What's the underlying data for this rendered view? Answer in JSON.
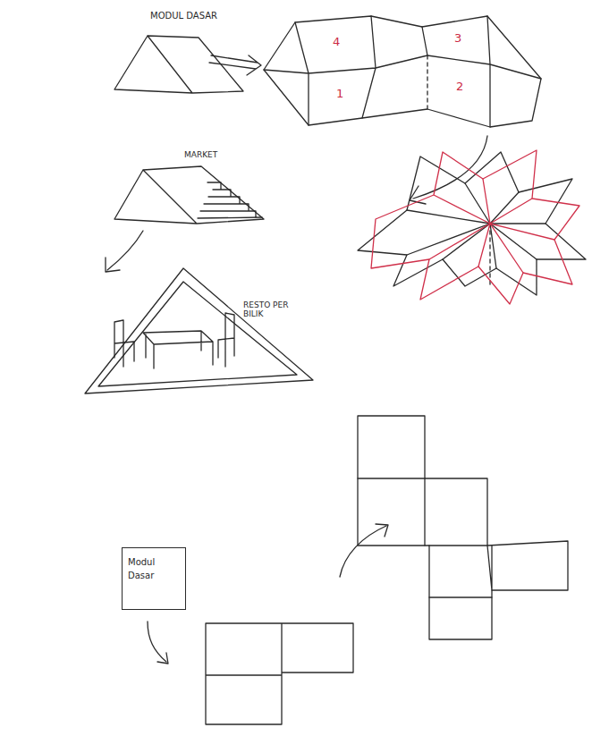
{
  "diagram": {
    "nodes": [
      {
        "text": [
          "Modul Dasar"
        ]
      }
    ],
    "labels": [
      "MODUL DASAR",
      "4",
      "3",
      "1",
      "2",
      "MARKET",
      "RESTO PER BILIK"
    ]
  }
}
